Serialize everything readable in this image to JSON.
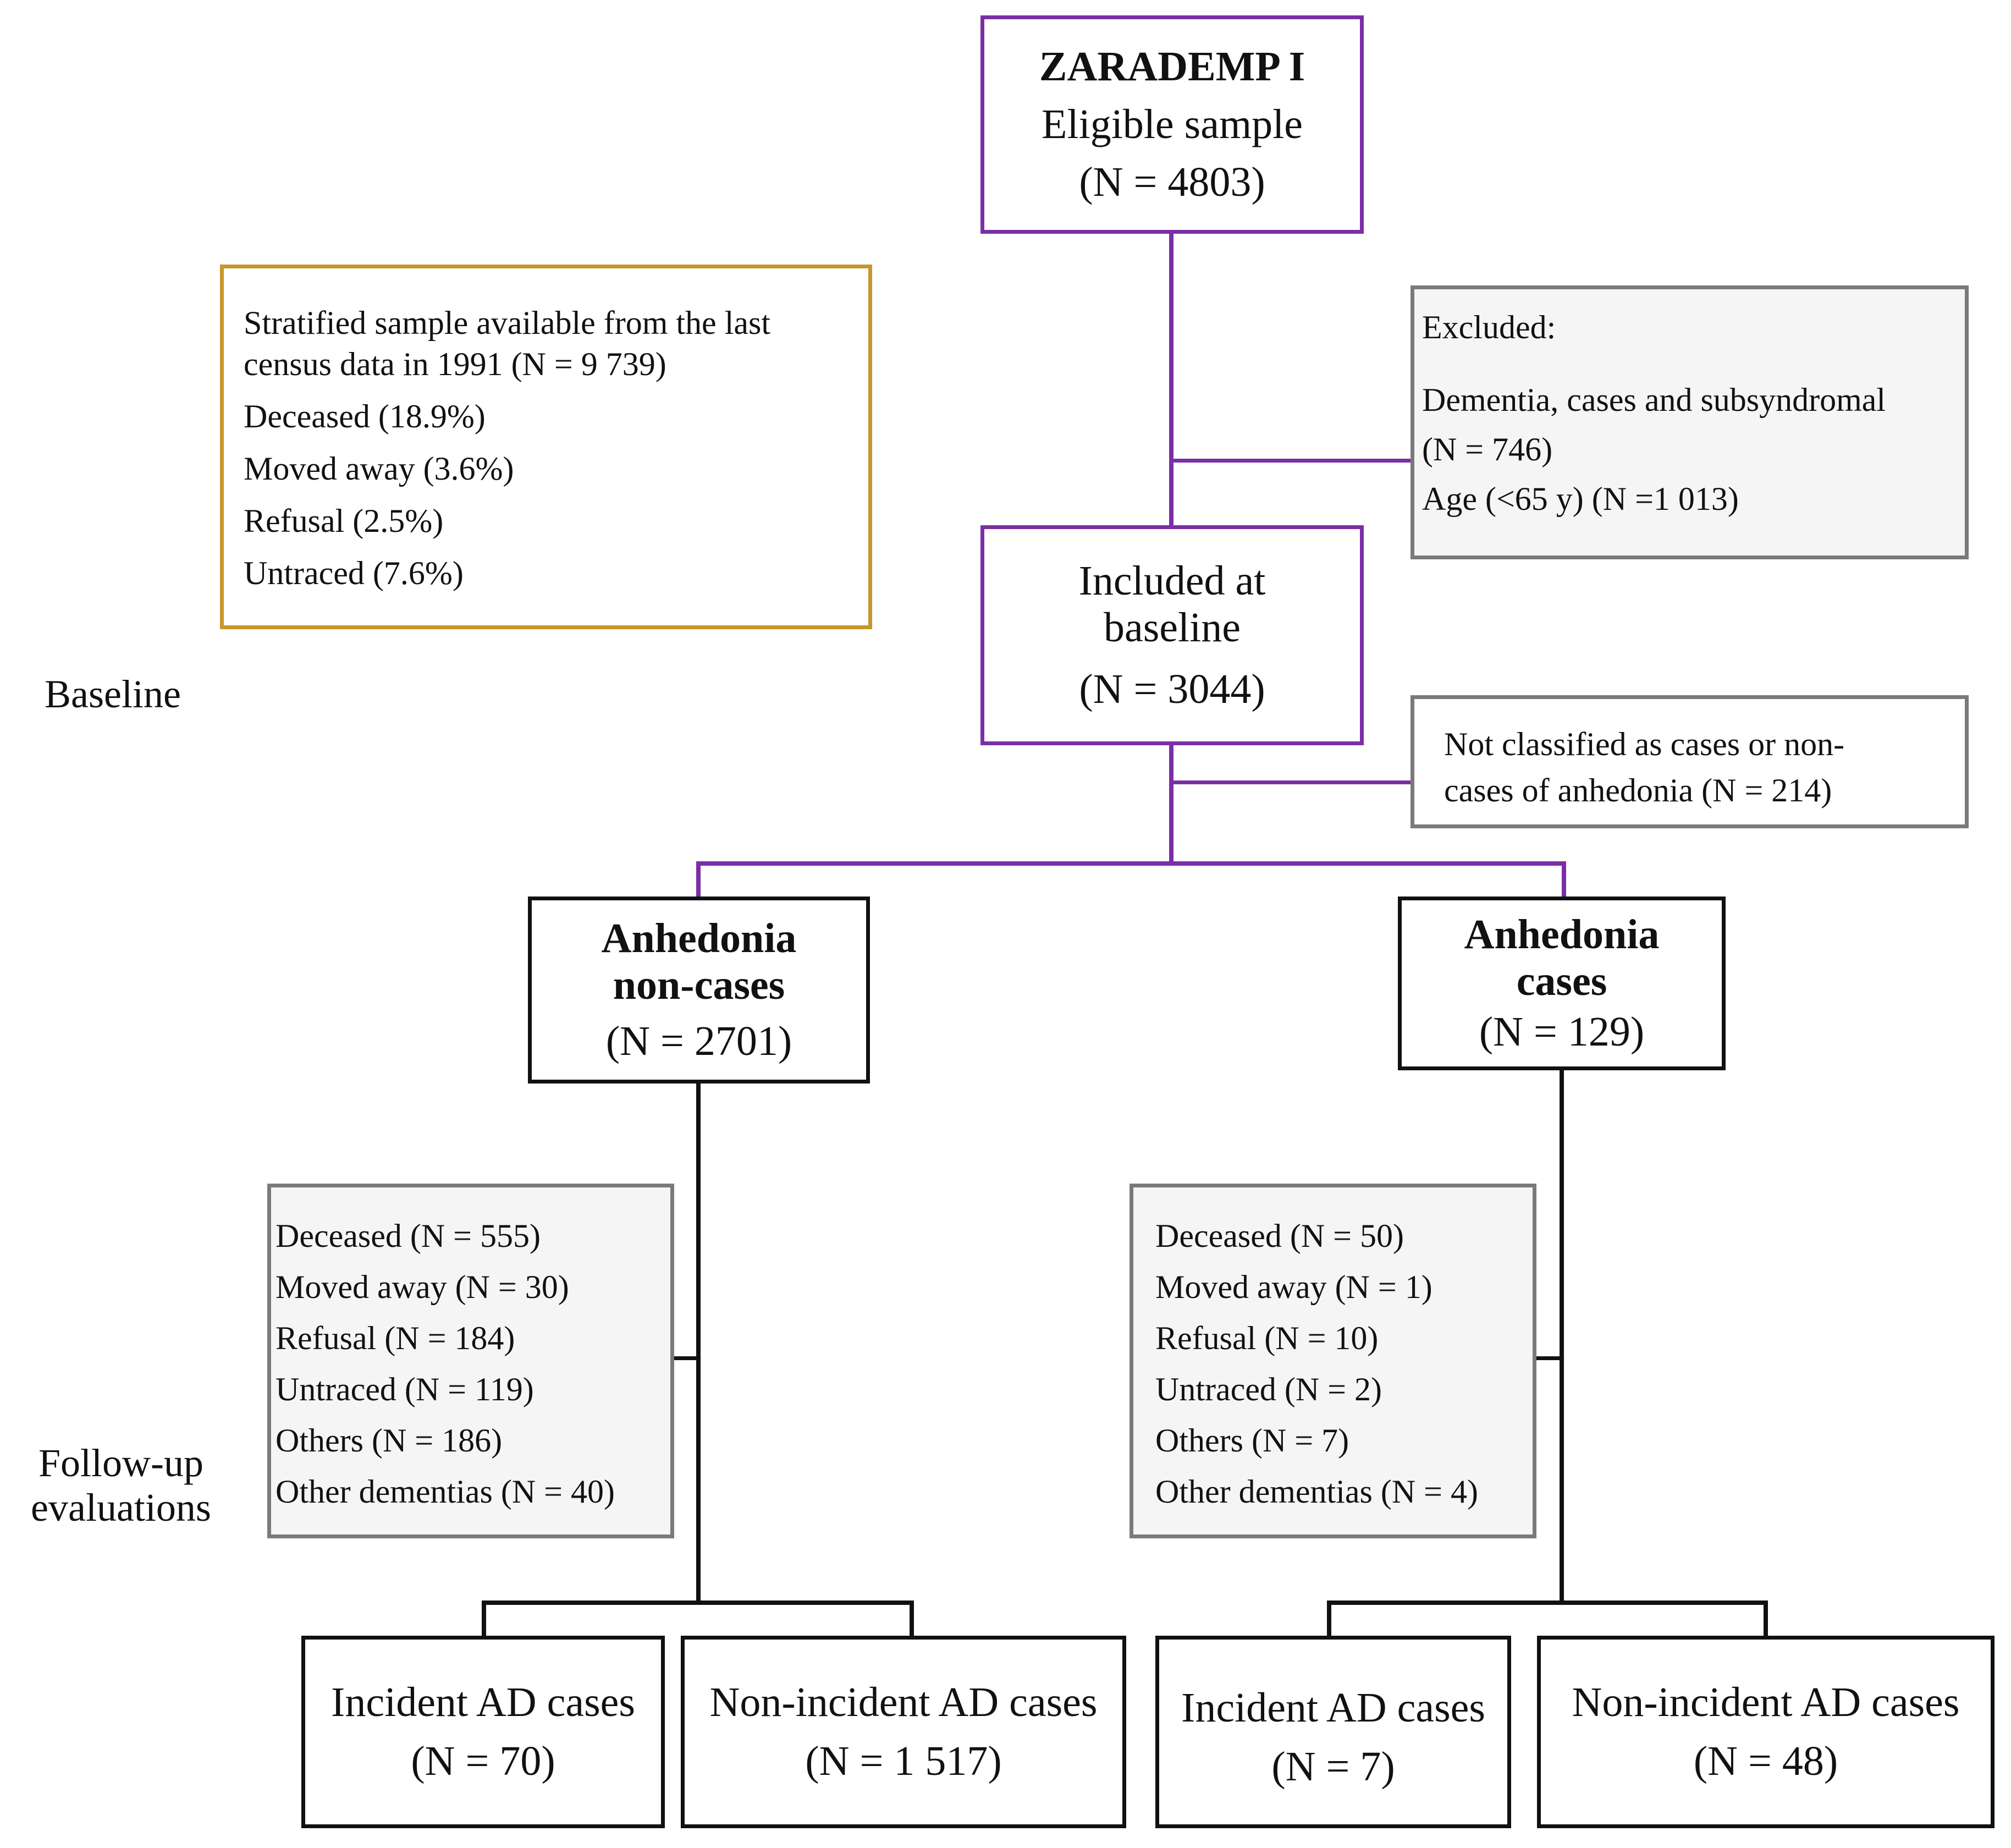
{
  "colors": {
    "purple": "#7b2fa6",
    "gold": "#c8962e",
    "grey": "#7a7a7a",
    "black": "#111111",
    "grey_fill": "#f5f5f5"
  },
  "eligible": {
    "title": "ZARADEMP I",
    "subtitle": "Eligible sample",
    "n": "(N = 4803)"
  },
  "stratified": {
    "lines": [
      "Stratified sample available from the last",
      "census data in 1991 (N = 9 739)",
      "Deceased (18.9%)",
      "Moved away (3.6%)",
      "Refusal (2.5%)",
      "Untraced (7.6%)"
    ]
  },
  "excluded": {
    "lines": [
      "Excluded:",
      "Dementia, cases and subsyndromal",
      "(N = 746)",
      "Age (<65 y) (N =1 013)"
    ]
  },
  "included": {
    "line1": "Included at",
    "line2": "baseline",
    "n": "(N = 3044)"
  },
  "not_classified": {
    "lines": [
      "Not classified as cases or non-",
      "cases of anhedonia (N = 214)"
    ]
  },
  "non_cases": {
    "line1": "Anhedonia",
    "line2": "non-cases",
    "n": "(N = 2701)"
  },
  "cases": {
    "line1": "Anhedonia",
    "line2": "cases",
    "n": "(N = 129)"
  },
  "losses_non_cases": {
    "lines": [
      "Deceased (N = 555)",
      "Moved away (N = 30)",
      "Refusal (N = 184)",
      "Untraced (N = 119)",
      "Others (N = 186)",
      "Other dementias (N = 40)"
    ]
  },
  "losses_cases": {
    "lines": [
      "Deceased (N = 50)",
      "Moved away (N = 1)",
      "Refusal (N = 10)",
      "Untraced (N = 2)",
      "Others (N = 7)",
      "Other dementias (N = 4)"
    ]
  },
  "outcomes": [
    {
      "label": "Incident AD cases",
      "n": "(N = 70)"
    },
    {
      "label": "Non-incident AD cases",
      "n": "(N = 1 517)"
    },
    {
      "label": "Incident AD cases",
      "n": "(N = 7)"
    },
    {
      "label": "Non-incident AD cases",
      "n": "(N = 48)"
    }
  ],
  "stages": {
    "baseline": "Baseline",
    "followup_line1": "Follow-up",
    "followup_line2": "evaluations"
  }
}
